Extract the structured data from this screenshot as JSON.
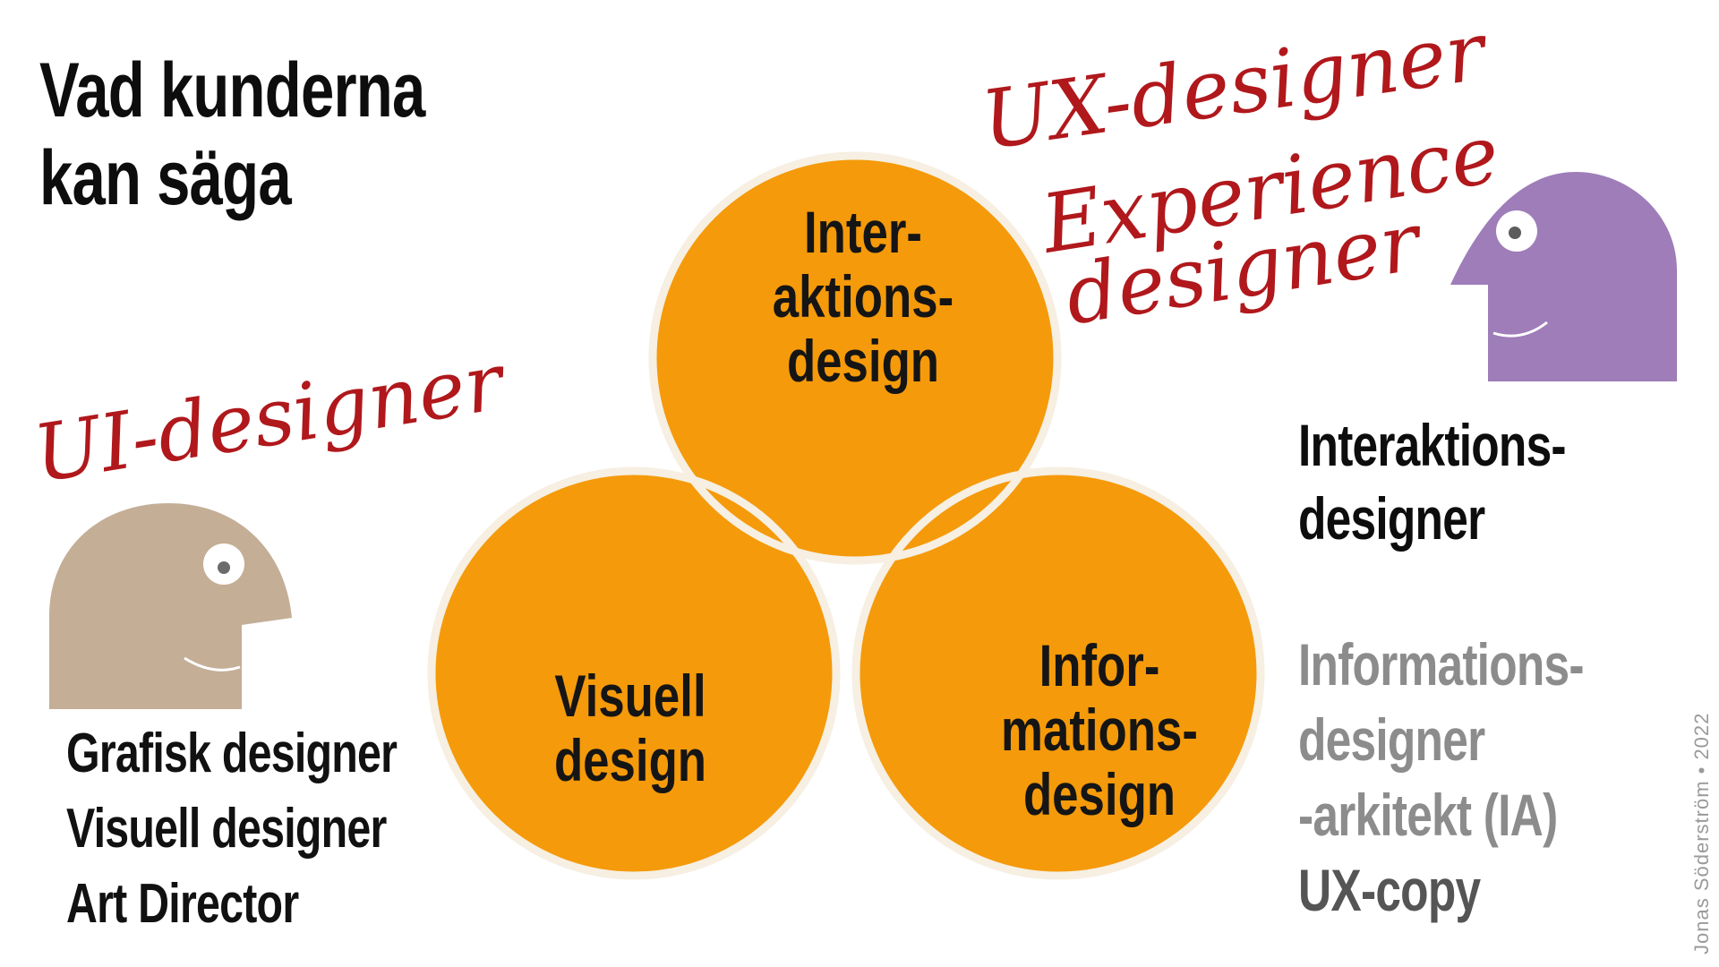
{
  "title": {
    "line1": "Vad kunderna",
    "line2": "kan säga"
  },
  "venn": {
    "top_circle": [
      "Inter-",
      "aktions-",
      "design"
    ],
    "left_circle": [
      "Visuell",
      "design"
    ],
    "right_circle": [
      "Infor-",
      "mations-",
      "design"
    ],
    "fill_color": "#f59a0a",
    "stroke_color": "#f6efe2"
  },
  "handwritten": {
    "ui": "UI-designer",
    "ux": "UX-designer",
    "experience_line1": "Experience",
    "experience_line2": "designer",
    "color": "#b0181c"
  },
  "left_roles": [
    "Grafisk designer",
    "Visuell designer",
    "Art Director"
  ],
  "right_roles_top": [
    "Interaktions-",
    "designer"
  ],
  "right_roles_bottom": [
    "Informations-",
    "designer",
    "-arkitekt (IA)",
    "UX-copy"
  ],
  "credit": "Jonas Söderström • 2022",
  "figures": {
    "left_head": {
      "icon": "person-head-icon",
      "color": "#c4ae96"
    },
    "right_head": {
      "icon": "person-head-icon",
      "color": "#9e7db9"
    }
  }
}
